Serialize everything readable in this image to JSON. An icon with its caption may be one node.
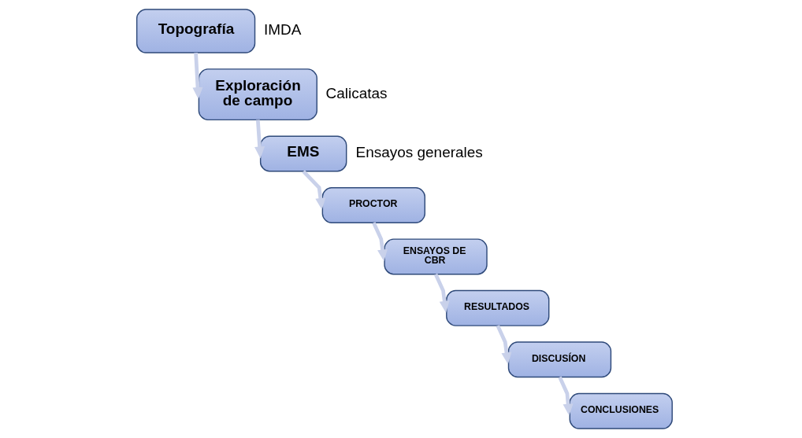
{
  "diagram": {
    "nodes": [
      {
        "text": [
          "Topografía"
        ],
        "beside": [
          "IMDA"
        ]
      },
      {
        "text": [
          "Exploración de campo"
        ],
        "beside": [
          "Calicatas"
        ]
      },
      {
        "text": [
          "EMS"
        ],
        "beside": [
          "Ensayos generales"
        ]
      },
      {
        "text": [
          "PROCTOR"
        ]
      },
      {
        "text": [
          "ENSAYOS DE CBR"
        ]
      },
      {
        "text": [
          "RESULTADOS"
        ]
      },
      {
        "text": [
          "DISCUSÍON"
        ]
      },
      {
        "text": [
          "CONCLUSIONES"
        ]
      }
    ],
    "edges": [
      {
        "from": 0,
        "to": 1,
        "arrow": "to"
      },
      {
        "from": 1,
        "to": 2,
        "arrow": "to"
      },
      {
        "from": 2,
        "to": 3,
        "arrow": "to"
      },
      {
        "from": 3,
        "to": 4,
        "arrow": "to"
      },
      {
        "from": 4,
        "to": 5,
        "arrow": "to"
      },
      {
        "from": 5,
        "to": 6,
        "arrow": "to"
      },
      {
        "from": 6,
        "to": 7,
        "arrow": "to"
      }
    ]
  }
}
